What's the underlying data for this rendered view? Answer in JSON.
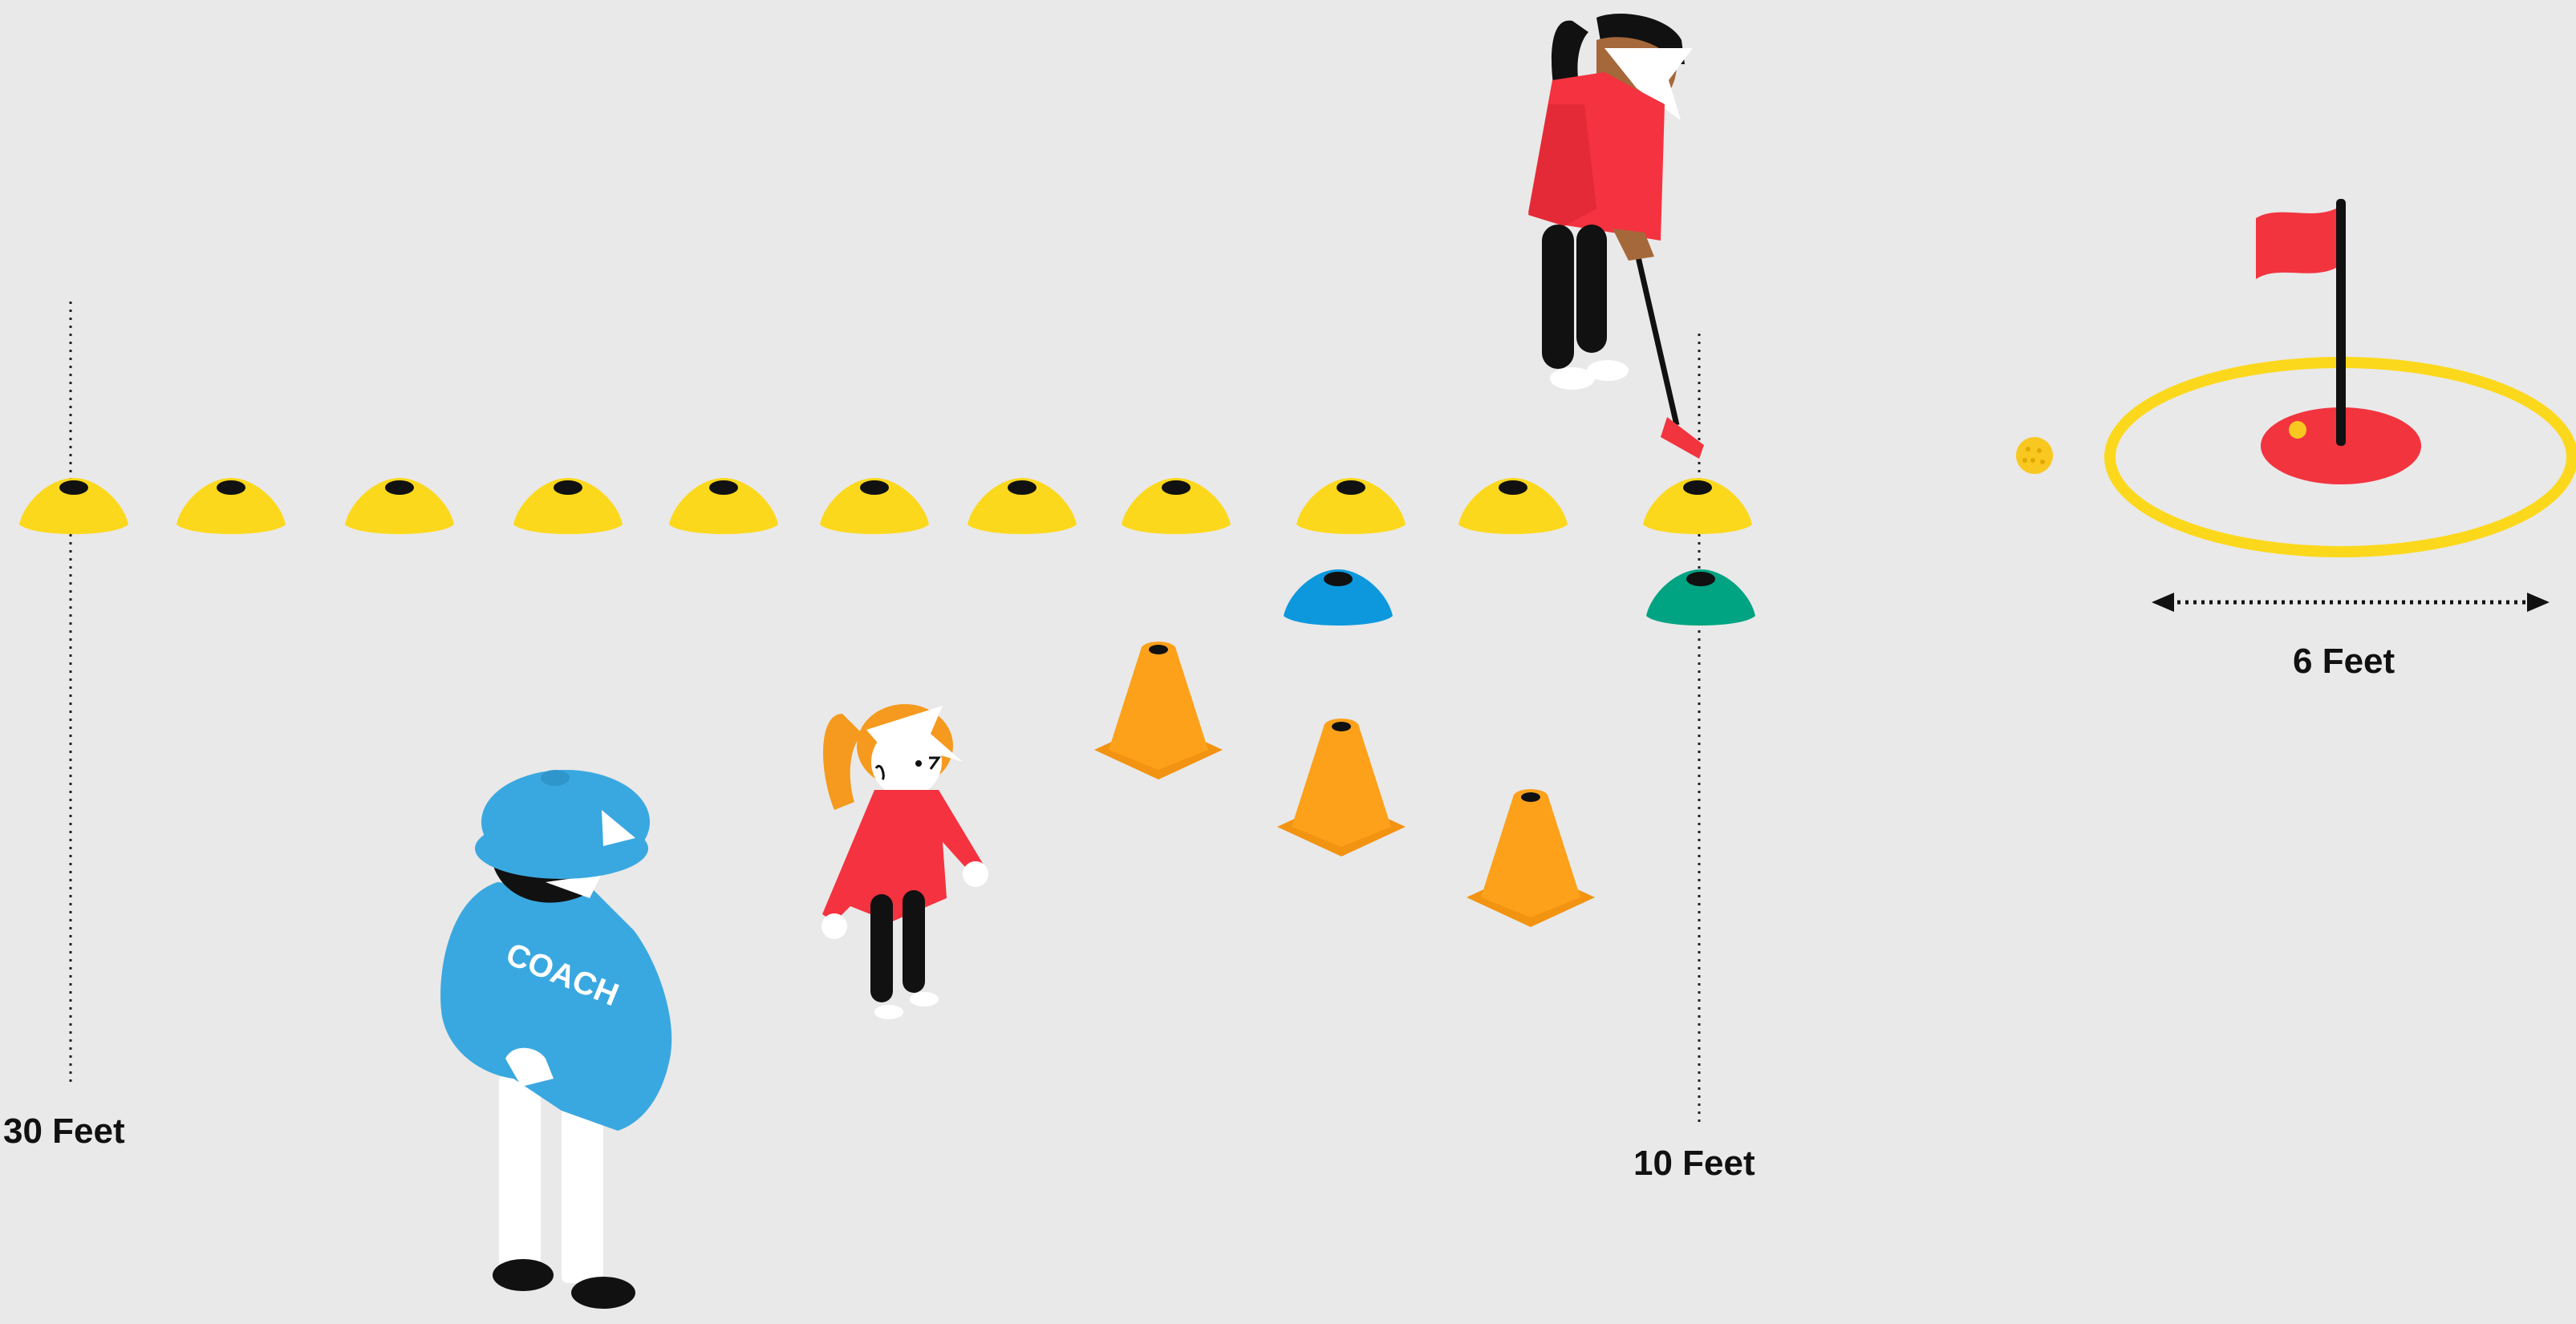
{
  "labels": {
    "marker_30": "30 Feet",
    "marker_10": "10 Feet",
    "hole_width": "6 Feet"
  },
  "coach_shirt_text": "COACH",
  "colors": {
    "background": "#e9e9e9",
    "cone_yellow": "#fcd81d",
    "cone_blue": "#0d98de",
    "cone_green": "#00a382",
    "cone_orange": "#fda11a",
    "flag_red": "#f2343f",
    "coach_blue": "#3aa8e0",
    "golfer_red": "#f5323f",
    "hair_orange": "#f59a1e",
    "skin_tan": "#a5683a"
  },
  "icons": {
    "row_marker": "flat-disc-cone",
    "lane_marker": "traffic-cone",
    "hole": "flag-in-hole",
    "distance_arrow": "double-headed-arrow"
  },
  "counts": {
    "yellow_disc_cones": 11,
    "orange_traffic_cones": 3
  }
}
